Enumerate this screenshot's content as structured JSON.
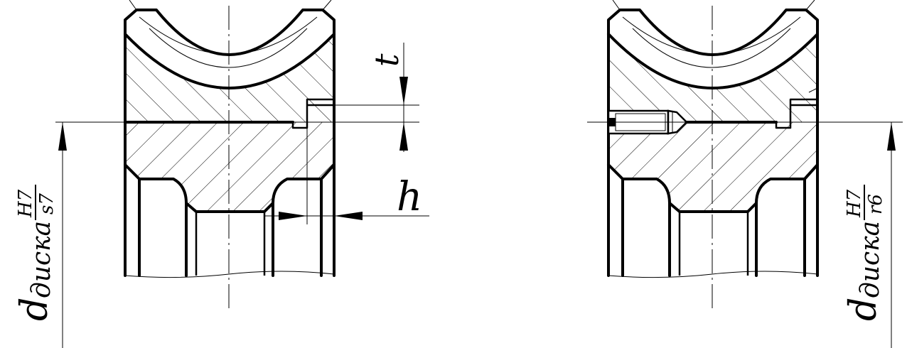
{
  "labels": {
    "t": "t",
    "h": "h",
    "left_d": "d",
    "left_sub": "диска",
    "left_num": "H7",
    "left_den": "s7",
    "right_d": "d",
    "right_sub": "диска",
    "right_num": "H7",
    "right_den": "r6"
  }
}
